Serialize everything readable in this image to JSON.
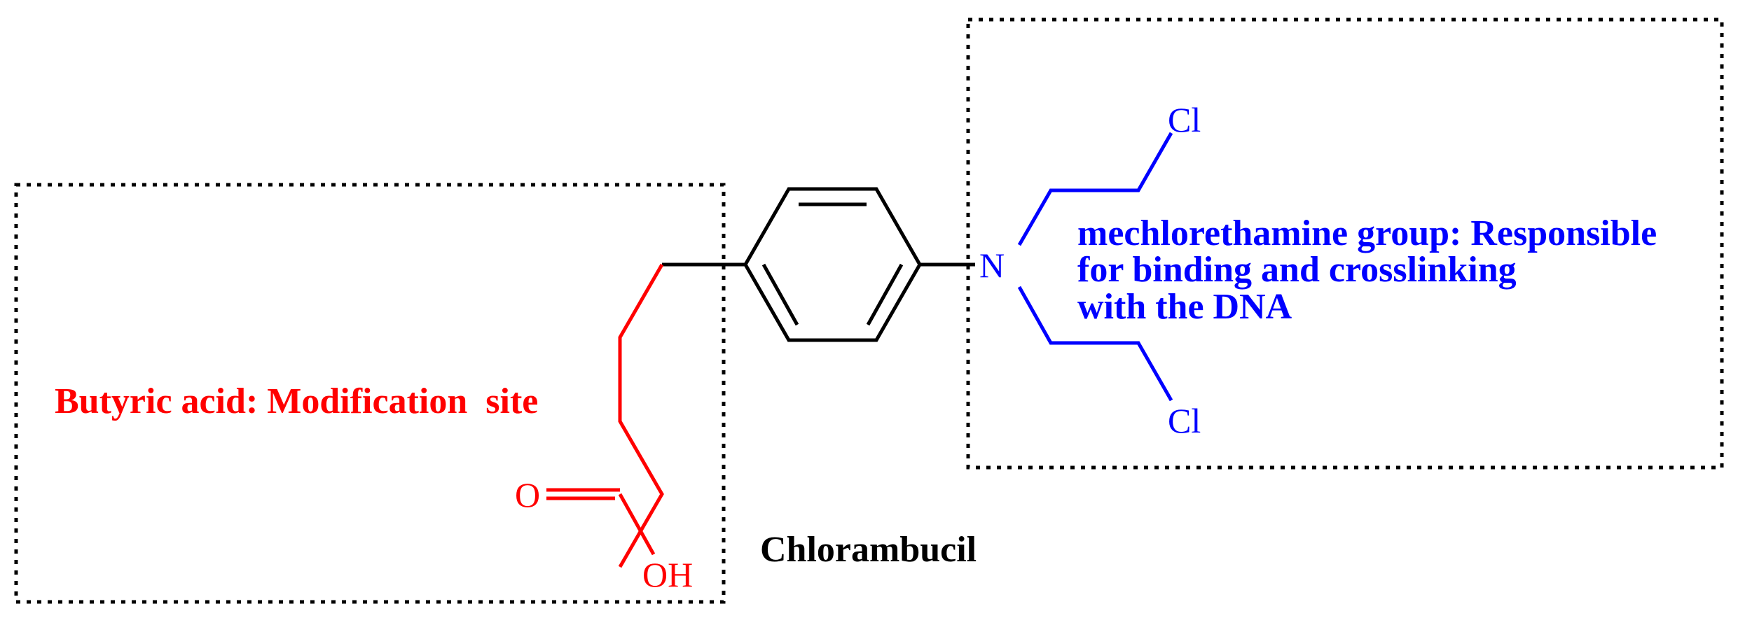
{
  "colors": {
    "modification": "#ff0000",
    "mustard": "#0000ff",
    "core": "#000000",
    "box": "#000000"
  },
  "atoms": {
    "nitrogen": "N",
    "chlorine_top": "Cl",
    "chlorine_bottom": "Cl",
    "carbonyl_oxygen": "O",
    "hydroxyl": "OH"
  },
  "annotations": {
    "modification_site": "Butyric acid: Modification  site",
    "mustard_line1": "mechlorethamine group: Responsible",
    "mustard_line2": "for binding and crosslinking",
    "mustard_line3": "with the DNA",
    "compound_name": "Chlorambucil"
  }
}
